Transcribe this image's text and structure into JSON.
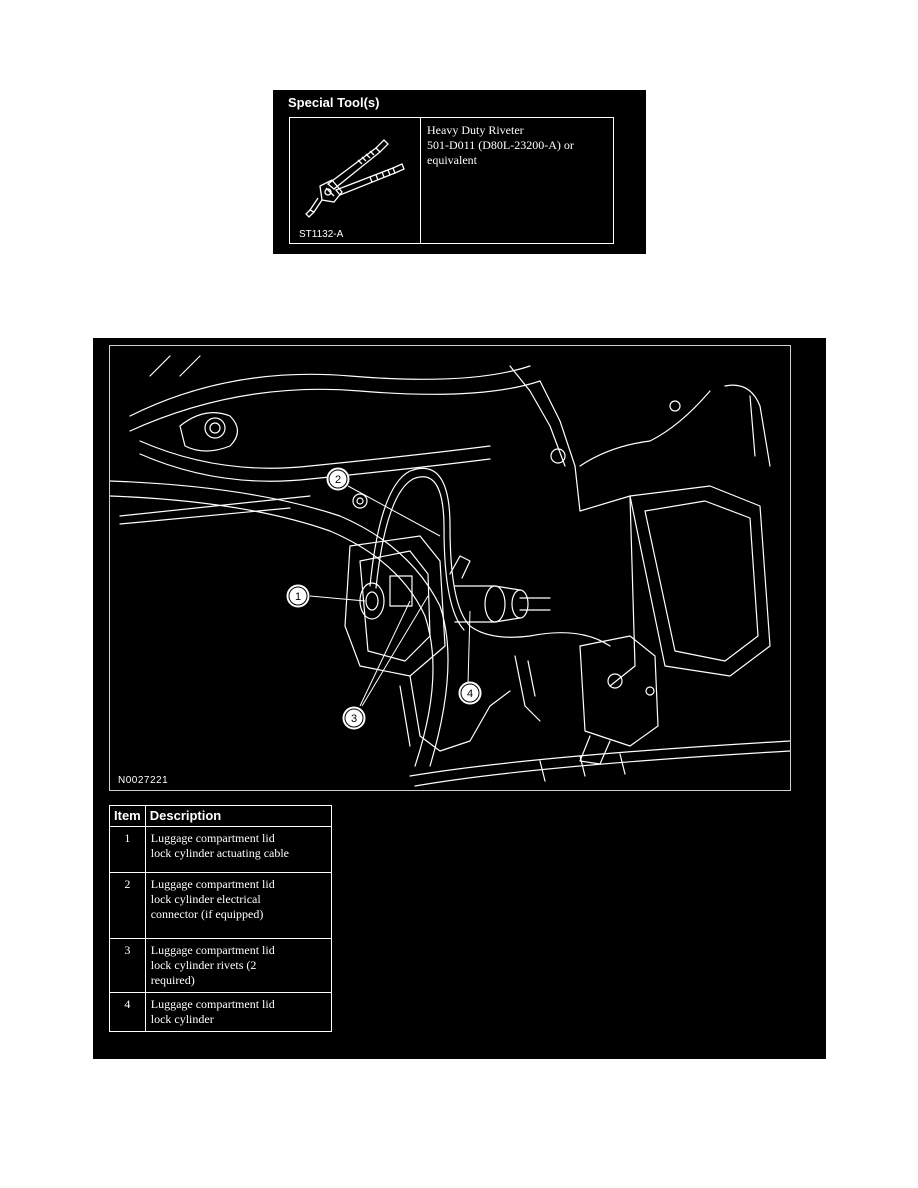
{
  "special_tools": {
    "heading": "Special Tool(s)",
    "tool_code": "ST1132-A",
    "tool_desc_line1": "Heavy Duty Riveter",
    "tool_desc_line2": "501-D011 (D80L-23200-A) or",
    "tool_desc_line3": "equivalent"
  },
  "figure": {
    "code": "N0027221",
    "callouts": [
      "1",
      "2",
      "3",
      "4"
    ]
  },
  "legend": {
    "headers": [
      "Item",
      "Description"
    ],
    "rows": [
      {
        "item": "1",
        "line1": "Luggage compartment lid",
        "line2": "lock cylinder actuating cable",
        "line3": ""
      },
      {
        "item": "2",
        "line1": "Luggage compartment lid",
        "line2": "lock cylinder electrical",
        "line3": "connector (if equipped)"
      },
      {
        "item": "3",
        "line1": "Luggage compartment lid",
        "line2": "lock cylinder rivets (2",
        "line3": "required)"
      },
      {
        "item": "4",
        "line1": "Luggage compartment lid",
        "line2": "lock cylinder",
        "line3": ""
      }
    ]
  }
}
